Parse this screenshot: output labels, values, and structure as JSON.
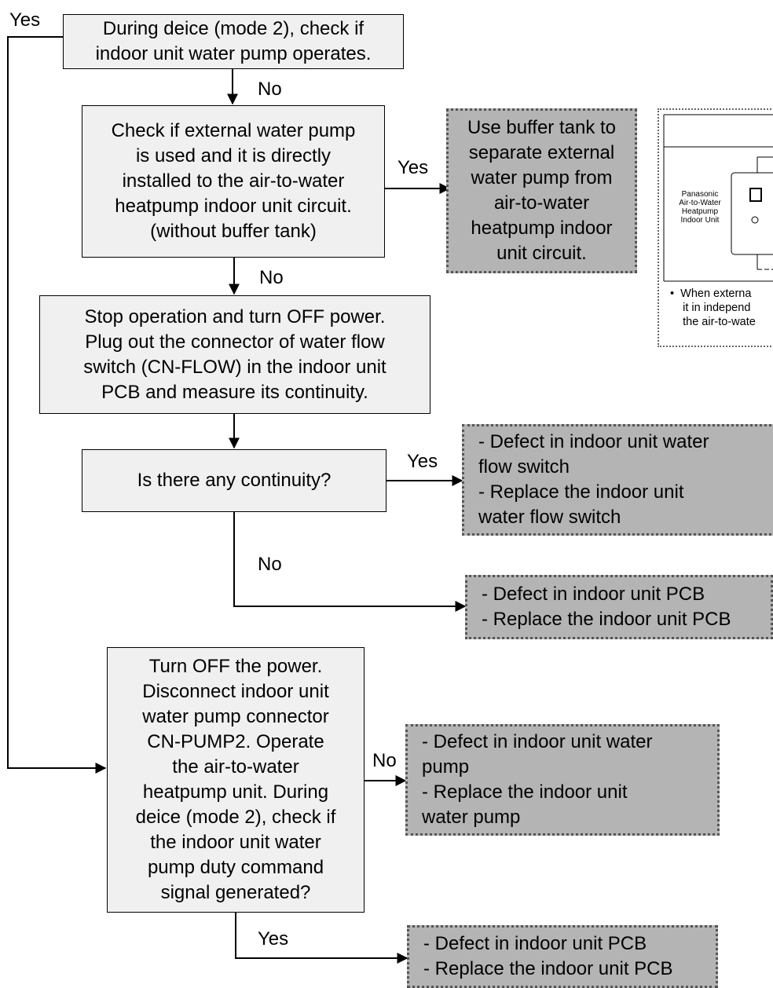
{
  "nodes": {
    "check_pump_mode2": "During deice (mode 2), check if\nindoor unit water pump operates.",
    "check_external_pump": "Check if external water pump\nis used and it is directly\ninstalled to the air-to-water\nheatpump indoor unit circuit.\n(without buffer tank)",
    "use_buffer_tank": "Use buffer tank to\nseparate external\nwater pump from\nair-to-water\nheatpump indoor\nunit circuit.",
    "stop_operation": "Stop operation and turn OFF power.\nPlug out the connector of water flow\nswitch (CN-FLOW) in the indoor unit\nPCB and measure its continuity.",
    "continuity_question": "Is there any continuity?",
    "defect_flow_switch": "- Defect in indoor unit water\nflow switch\n- Replace the indoor unit\nwater flow switch",
    "defect_pcb_1": "- Defect in indoor unit PCB\n- Replace the indoor unit PCB",
    "turn_off_power": "Turn OFF the power.\nDisconnect indoor unit\nwater pump connector\nCN-PUMP2. Operate\nthe air-to-water\nheatpump unit. During\ndeice (mode 2), check if\nthe indoor unit water\npump duty command\nsignal generated?",
    "defect_water_pump": "- Defect in indoor unit water\npump\n- Replace the indoor unit\nwater pump",
    "defect_pcb_2": "- Defect in indoor unit PCB\n- Replace the indoor unit PCB"
  },
  "edge_labels": {
    "yes_top_left": "Yes",
    "no_1": "No",
    "yes_buffer": "Yes",
    "no_2": "No",
    "yes_continuity": "Yes",
    "no_continuity": "No",
    "no_pump": "No",
    "yes_pcb": "Yes"
  },
  "inset": {
    "unit_label": "Panasonic\nAir-to-Water\nHeatpump\nIndoor Unit",
    "note": "•  When externa\n    it in independ\n    the air-to-wate"
  },
  "colors": {
    "decision_fill": "#f0f0f0",
    "result_fill": "#b4b4b4",
    "line": "#000000"
  }
}
